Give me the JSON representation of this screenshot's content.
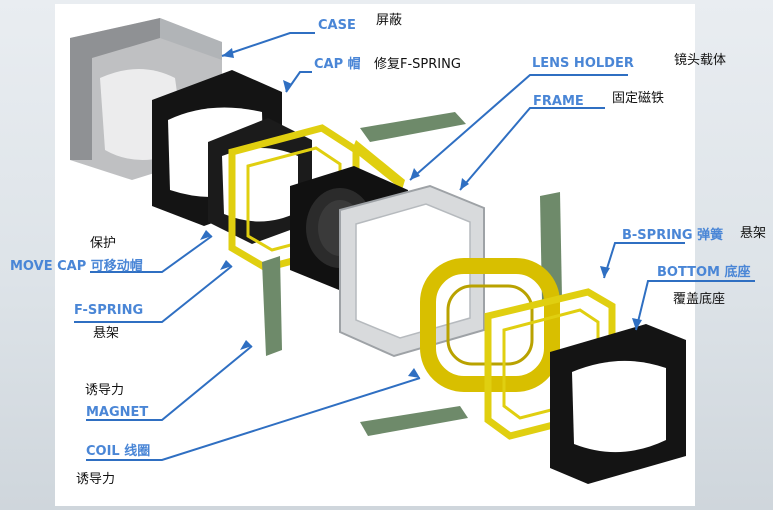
{
  "labels": {
    "case": {
      "en": "CASE",
      "cn": "屏蔽"
    },
    "cap": {
      "en": "CAP 帽",
      "cn": "修复F-SPRING"
    },
    "lens_holder": {
      "en": "LENS HOLDER",
      "cn": "镜头载体"
    },
    "frame": {
      "en": "FRAME",
      "cn": "固定磁铁"
    },
    "move_cap": {
      "en": "MOVE CAP 可移动帽",
      "cn": "保护"
    },
    "b_spring": {
      "en": "B-SPRING 弹簧",
      "cn": "悬架"
    },
    "bottom": {
      "en": "BOTTOM 底座",
      "cn": "覆盖底座"
    },
    "f_spring": {
      "en": "F-SPRING",
      "cn": "悬架"
    },
    "magnet": {
      "en": "MAGNET",
      "cn": "诱导力"
    },
    "coil": {
      "en": "COIL 线圈",
      "cn": "诱导力"
    }
  },
  "colors": {
    "label_blue": "#4a86d6",
    "leader_blue": "#2f6fc2",
    "case_gray": "#8a8d90",
    "black_part": "#141414",
    "spring_yellow": "#e0cf10",
    "coil_yellow": "#d8bf00",
    "frame_silver": "#d8dadc",
    "magnet_green": "#6e8a6a"
  }
}
